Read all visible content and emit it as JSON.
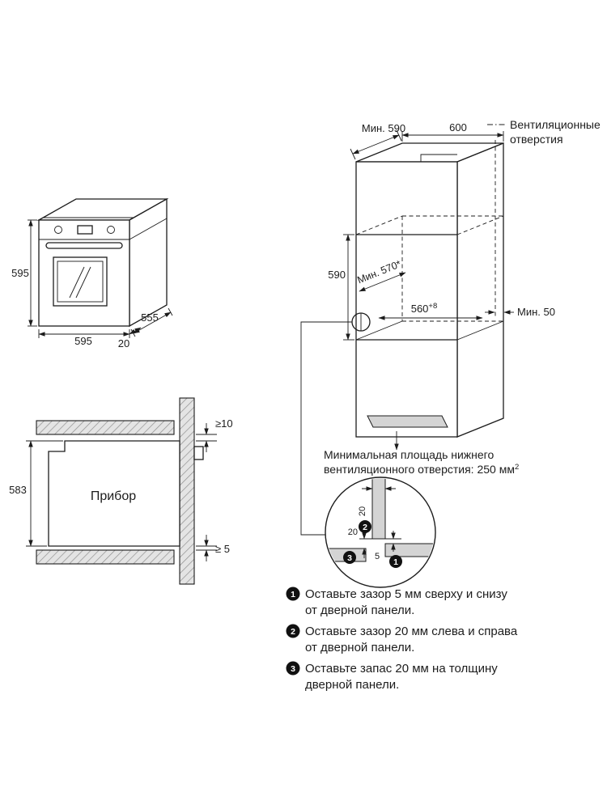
{
  "oven": {
    "dim_height": "595",
    "dim_width": "595",
    "dim_depth": "555",
    "dim_door_depth": "20"
  },
  "cabinet": {
    "dim_top_depth": "Мин. 590",
    "dim_top_width": "600",
    "vent_label_line1": "Вентиляционные",
    "vent_label_line2": "отверстия",
    "dim_niche_height": "590",
    "dim_niche_depth": "Мин. 570*",
    "dim_niche_width": "560",
    "dim_niche_width_tolerance": "+8",
    "dim_rear_gap": "Мин. 50",
    "vent_area_line1": "Минимальная площадь нижнего",
    "vent_area_line2": "вентиляционного отверстия: 250 мм",
    "vent_area_sup": "2"
  },
  "section": {
    "dim_top_gap": "≥10",
    "dim_height": "583",
    "appliance_label": "Прибор",
    "dim_bottom_gap": "≥ 5"
  },
  "detail": {
    "dim_door_thickness": "20",
    "dim_side_gap": "20",
    "dim_bottom_gap": "5",
    "badge_1": "1",
    "badge_2": "2",
    "badge_3": "3"
  },
  "notes": [
    {
      "num": "1",
      "line1": "Оставьте зазор 5 мм сверху и снизу",
      "line2": "от дверной панели."
    },
    {
      "num": "2",
      "line1": "Оставьте зазор 20 мм слева и справа",
      "line2": "от дверной панели."
    },
    {
      "num": "3",
      "line1": "Оставьте запас 20 мм на толщину",
      "line2": "дверной панели."
    }
  ]
}
